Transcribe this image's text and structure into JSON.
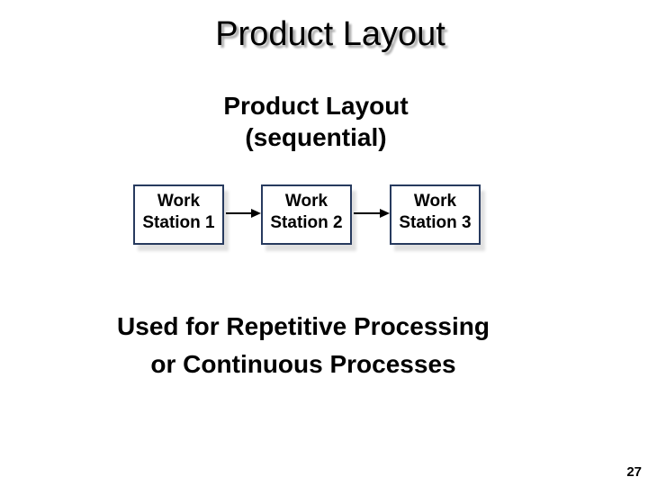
{
  "slide": {
    "title": "Product Layout",
    "subtitle": {
      "line1": "Product Layout",
      "line2": "(sequential)"
    },
    "diagram": {
      "stations": [
        {
          "line1": "Work",
          "line2": "Station 1"
        },
        {
          "line1": "Work",
          "line2": "Station 2"
        },
        {
          "line1": "Work",
          "line2": "Station 3"
        }
      ],
      "flow_direction": "left-to-right"
    },
    "body": {
      "line1": "Used for Repetitive Processing",
      "line2": "or Continuous Processes"
    },
    "page_number": "27",
    "colors": {
      "background": "#ffffff",
      "text": "#000000",
      "box_border": "#273a5e",
      "title_shadow": "#ababab",
      "arrow": "#000000"
    }
  }
}
